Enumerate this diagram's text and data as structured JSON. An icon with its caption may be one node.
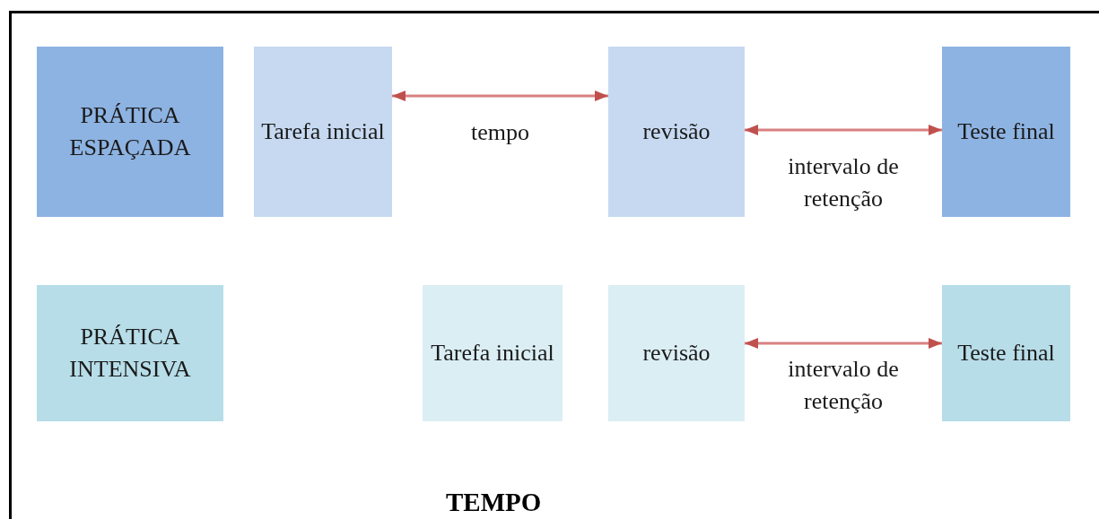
{
  "diagram": {
    "nodes": [
      {
        "text": [
          "PRÁTICA ESPAÇADA"
        ]
      },
      {
        "text": [
          "Tarefa inicial"
        ]
      },
      {
        "text": [
          "revisão"
        ]
      },
      {
        "text": [
          "Teste final"
        ]
      },
      {
        "text": [
          "PRÁTICA INTENSIVA"
        ]
      },
      {
        "text": [
          "Tarefa inicial"
        ]
      },
      {
        "text": [
          "revisão"
        ]
      },
      {
        "text": [
          "Teste final"
        ]
      }
    ],
    "edges": [
      {
        "from": 1,
        "to": 2,
        "arrow": "both",
        "label": "tempo"
      },
      {
        "from": 2,
        "to": 3,
        "arrow": "both",
        "label": "intervalo de retenção"
      },
      {
        "from": 6,
        "to": 7,
        "arrow": "both",
        "label": "intervalo de retenção"
      }
    ],
    "labels": [
      "TEMPO"
    ]
  }
}
